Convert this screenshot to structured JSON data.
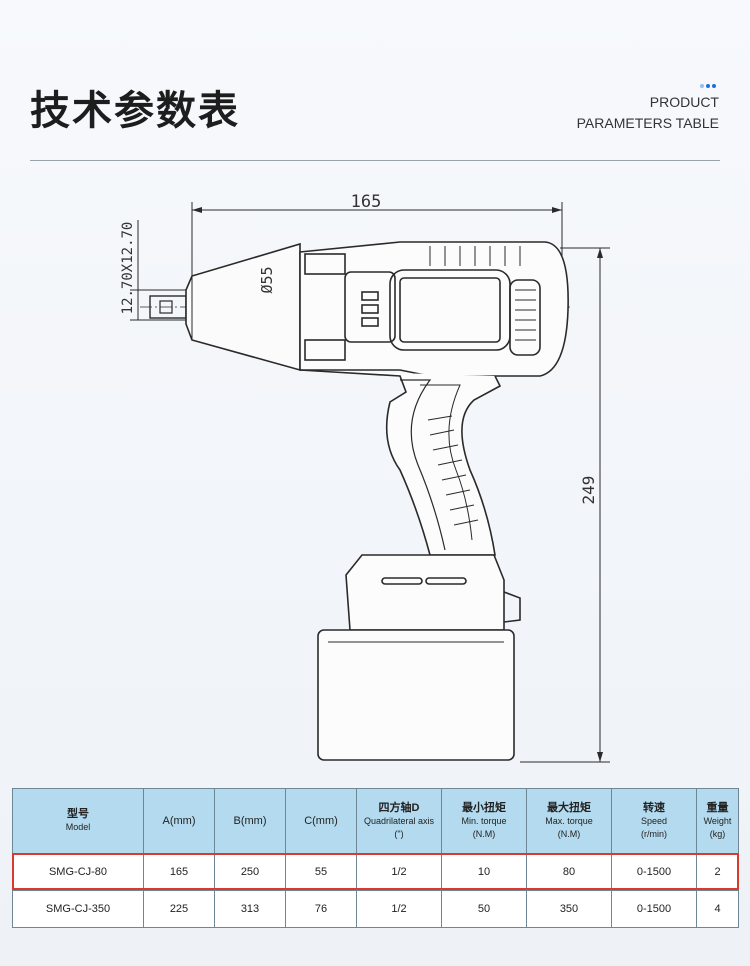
{
  "header": {
    "title": "技术参数表",
    "subtitle_line1": "PRODUCT",
    "subtitle_line2": "PARAMETERS TABLE"
  },
  "drawing": {
    "dim_width": "165",
    "dim_height": "249",
    "dim_square": "12.70X12.70",
    "dim_diameter": "Ø55"
  },
  "table": {
    "headers": [
      {
        "cn": "型号",
        "en": "Model",
        "en2": ""
      },
      {
        "cn": "",
        "en": "A(mm)",
        "en2": ""
      },
      {
        "cn": "",
        "en": "B(mm)",
        "en2": ""
      },
      {
        "cn": "",
        "en": "C(mm)",
        "en2": ""
      },
      {
        "cn": "四方轴D",
        "en": "Quadrilateral axis",
        "en2": "(\")"
      },
      {
        "cn": "最小扭矩",
        "en": "Min. torque",
        "en2": "(N.M)"
      },
      {
        "cn": "最大扭矩",
        "en": "Max. torque",
        "en2": "(N.M)"
      },
      {
        "cn": "转速",
        "en": "Speed",
        "en2": "(r/min)"
      },
      {
        "cn": "重量",
        "en": "Weight",
        "en2": "(kg)"
      }
    ],
    "rows": [
      [
        "SMG-CJ-80",
        "165",
        "250",
        "55",
        "1/2",
        "10",
        "80",
        "0-1500",
        "2"
      ],
      [
        "SMG-CJ-350",
        "225",
        "313",
        "76",
        "1/2",
        "50",
        "350",
        "0-1500",
        "4"
      ]
    ]
  },
  "colors": {
    "highlight": "#d83a2e",
    "header_bg": "#b3daee"
  }
}
